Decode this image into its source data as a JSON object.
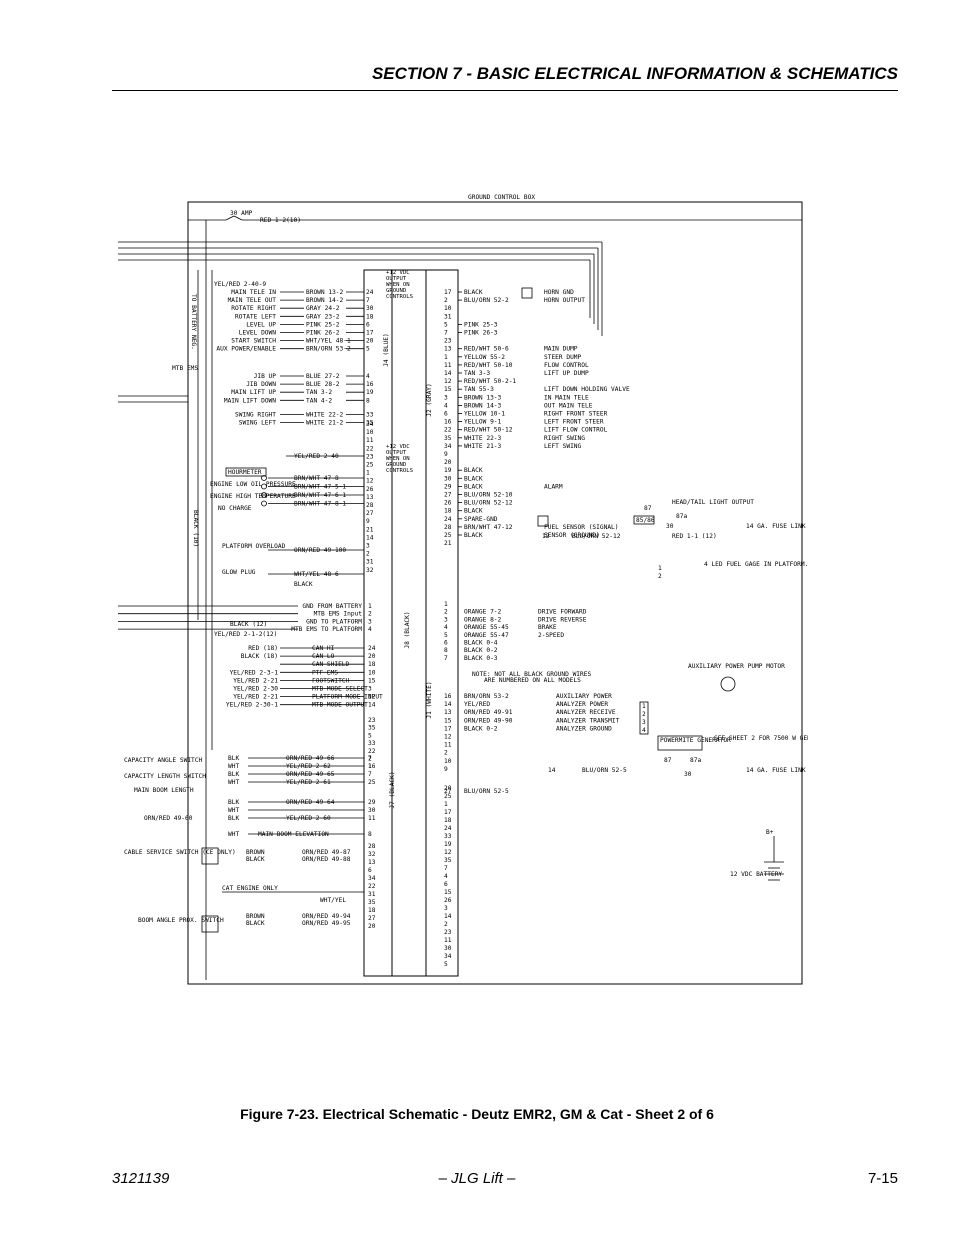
{
  "header": {
    "section_title": "SECTION 7 - BASIC ELECTRICAL INFORMATION & SCHEMATICS"
  },
  "schematic": {
    "box_title": "GROUND CONTROL BOX",
    "fuse": {
      "amp": "30 AMP",
      "wire": "RED 1-2(10)"
    },
    "left_vertical_labels": [
      "TO BATTERY NEG.",
      "MTB EMS",
      "BLACK (10)"
    ],
    "connectors": {
      "j4": "J4 (BLUE)",
      "j2": "J2 (GRAY)",
      "j8": "J8 (BLACK)",
      "j1": "J1 (WHITE)",
      "j7": "J7 (BLACK)"
    },
    "block_notes": [
      [
        "+12 VDC",
        "OUTPUT",
        "WHEN ON",
        "GROUND",
        "CONTROLS"
      ],
      [
        "+12 VDC",
        "OUTPUT",
        "WHEN ON",
        "GROUND",
        "CONTROLS"
      ]
    ],
    "j4_left_inputs": [
      {
        "fn": "MAIN TELE IN",
        "wire": "BROWN 13-2",
        "pin": "24"
      },
      {
        "fn": "MAIN TELE OUT",
        "wire": "BROWN 14-2",
        "pin": "7"
      },
      {
        "fn": "ROTATE RIGHT",
        "wire": "GRAY 24-2",
        "pin": "30"
      },
      {
        "fn": "ROTATE LEFT",
        "wire": "GRAY 23-2",
        "pin": "18"
      },
      {
        "fn": "LEVEL UP",
        "wire": "PINK 25-2",
        "pin": "6"
      },
      {
        "fn": "LEVEL DOWN",
        "wire": "PINK 26-2",
        "pin": "17"
      },
      {
        "fn": "START SWITCH",
        "wire": "WHT/YEL 48-1",
        "pin": "20"
      },
      {
        "fn": "AUX POWER/ENABLE",
        "wire": "BRN/ORN 53-2",
        "pin": "5"
      },
      {
        "fn": "JIB UP",
        "wire": "BLUE 27-2",
        "pin": "4"
      },
      {
        "fn": "JIB DOWN",
        "wire": "BLUE 28-2",
        "pin": "16"
      },
      {
        "fn": "MAIN LIFT UP",
        "wire": "TAN 3-2",
        "pin": "19"
      },
      {
        "fn": "MAIN LIFT DOWN",
        "wire": "TAN 4-2",
        "pin": "8"
      },
      {
        "fn": "SWING RIGHT",
        "wire": "WHITE 22-2",
        "pin": "33"
      },
      {
        "fn": "SWING LEFT",
        "wire": "WHITE 21-2",
        "pin": "35"
      }
    ],
    "j4_more_pins": [
      "34",
      "10",
      "11",
      "22",
      "23",
      "25",
      "1",
      "12",
      "26",
      "13",
      "28",
      "27",
      "9",
      "21",
      "14",
      "3",
      "2",
      "31",
      "32"
    ],
    "left_misc": {
      "yel_red_top": "YEL/RED 2-40-9",
      "yel_red_mid": "YEL/RED 2-40",
      "hourmeter": "HOURMETER",
      "engine_low_oil": "ENGINE LOW OIL PRESSURE",
      "engine_high_temp": "ENGINE HIGH TEMPERATURE",
      "no_charge": "NO CHARGE",
      "platform_overload": "PLATFORM OVERLOAD",
      "glow_plug": "GLOW PLUG",
      "hour_wires": [
        "BRN/WHT 47-8",
        "BRN/WHT 47-5-1",
        "BRN/WHT 47-6-1",
        "BRN/WHT 47-8-1"
      ],
      "orn_red_100": "ORN/RED 49-100",
      "wht_yel_486": "WHT/YEL 48-6",
      "black": "BLACK"
    },
    "j8_left": [
      {
        "wire": "GND FROM BATTERY",
        "pin": "1"
      },
      {
        "wire": "MTB EMS Input",
        "pin": "2"
      },
      {
        "wire": "GND TO PLATFORM",
        "pin": "3"
      },
      {
        "wire": "MTB EMS TO PLATFORM",
        "pin": "4"
      }
    ],
    "j8_extra": [
      "BLACK (12)",
      "YEL/RED 2-1-2(12)"
    ],
    "j1_left": [
      {
        "wire": "RED (18)",
        "sig": "CAN HI",
        "pin": "24"
      },
      {
        "wire": "BLACK (18)",
        "sig": "CAN LO",
        "pin": "20"
      },
      {
        "wire": "",
        "sig": "CAN SHIELD",
        "pin": "18"
      },
      {
        "wire": "YEL/RED 2-3-1",
        "sig": "PTF EMS",
        "pin": "10"
      },
      {
        "wire": "YEL/RED 2-21",
        "sig": "FOOTSWITCH",
        "pin": "15"
      },
      {
        "wire": "YEL/RED 2-30",
        "sig": "MTB MODE SELECT",
        "pin": "3"
      },
      {
        "wire": "YEL/RED 2-21",
        "sig": "PLATFORM MODE INPUT",
        "pin": "12"
      },
      {
        "wire": "YEL/RED 2-30-1",
        "sig": "MTB MODE OUTPUT",
        "pin": "14"
      }
    ],
    "j1_more_pins": [
      "23",
      "35",
      "5",
      "33",
      "22",
      "2",
      "1"
    ],
    "j7_left": [
      {
        "fn": "CAPACITY ANGLE SWITCH",
        "a": "BLK",
        "b": "ORN/RED 49-66",
        "pin": "7"
      },
      {
        "fn": "CAPACITY LENGTH SWITCH",
        "a": "WHT",
        "b": "YEL/RED 2-62",
        "pin": "16"
      },
      {
        "fn": "",
        "a": "BLK",
        "b": "ORN/RED 49-65",
        "pin": "7"
      },
      {
        "fn": "",
        "a": "WHT",
        "b": "YEL/RED 2-61",
        "pin": "25"
      },
      {
        "fn": "MAIN BOOM LENGTH",
        "a": "BLK",
        "b": "ORN/RED 49-64",
        "pin": "29"
      },
      {
        "fn": "",
        "a": "WHT",
        "b": "",
        "pin": "30"
      },
      {
        "fn": "ORN/RED 49-60",
        "a": "BLK",
        "b": "YEL/RED 2-60",
        "pin": "11"
      },
      {
        "fn": "MAIN BOOM ELEVATION",
        "a": "WHT",
        "b": "",
        "pin": "8"
      }
    ],
    "j7_bottom": {
      "cable_service": "CABLE SERVICE SWITCH (CE ONLY)",
      "cable_wires": [
        "BROWN",
        "BLACK",
        "ORN/RED 49-87",
        "ORN/RED 49-88"
      ],
      "cat_engine_only": "CAT ENGINE ONLY",
      "wht_yel": "WHT/YEL",
      "boom_angle": "BOOM ANGLE PROX. SWITCH",
      "boom_wires": [
        "BROWN",
        "BLACK",
        "ORN/RED 49-94",
        "ORN/RED 49-95"
      ],
      "pins": [
        "28",
        "32",
        "13",
        "6",
        "34",
        "22",
        "31",
        "35",
        "18",
        "27",
        "20"
      ]
    },
    "j2_right": [
      {
        "pin": "17",
        "wire": "BLACK",
        "dev": "HORN GND"
      },
      {
        "pin": "2",
        "wire": "BLU/ORN 52-2",
        "dev": "HORN OUTPUT"
      },
      {
        "pin": "10",
        "wire": "",
        "dev": ""
      },
      {
        "pin": "31",
        "wire": "",
        "dev": ""
      },
      {
        "pin": "5",
        "wire": "PINK 25-3",
        "dev": ""
      },
      {
        "pin": "7",
        "wire": "PINK 26-3",
        "dev": ""
      },
      {
        "pin": "23",
        "wire": "",
        "dev": ""
      },
      {
        "pin": "13",
        "wire": "RED/WHT 50-6",
        "dev": "MAIN DUMP"
      },
      {
        "pin": "1",
        "wire": "YELLOW 55-2",
        "dev": "STEER DUMP"
      },
      {
        "pin": "11",
        "wire": "RED/WHT 50-10",
        "dev": "FLOW CONTROL"
      },
      {
        "pin": "14",
        "wire": "TAN 3-3",
        "dev": "LIFT UP DUMP"
      },
      {
        "pin": "12",
        "wire": "RED/WHT 50-2-1",
        "dev": ""
      },
      {
        "pin": "15",
        "wire": "TAN 55-3",
        "dev": "LIFT DOWN HOLDING VALVE"
      },
      {
        "pin": "3",
        "wire": "BROWN 13-3",
        "dev": "IN MAIN TELE"
      },
      {
        "pin": "4",
        "wire": "BROWN 14-3",
        "dev": "OUT MAIN TELE"
      },
      {
        "pin": "6",
        "wire": "YELLOW 10-1",
        "dev": "RIGHT FRONT STEER"
      },
      {
        "pin": "16",
        "wire": "YELLOW 9-1",
        "dev": "LEFT FRONT STEER"
      },
      {
        "pin": "22",
        "wire": "RED/WHT 50-12",
        "dev": "LIFT FLOW CONTROL"
      },
      {
        "pin": "35",
        "wire": "WHITE 22-3",
        "dev": "RIGHT SWING"
      },
      {
        "pin": "34",
        "wire": "WHITE 21-3",
        "dev": "LEFT SWING"
      },
      {
        "pin": "9",
        "wire": "",
        "dev": ""
      },
      {
        "pin": "20",
        "wire": "",
        "dev": ""
      },
      {
        "pin": "19",
        "wire": "BLACK",
        "dev": ""
      },
      {
        "pin": "30",
        "wire": "BLACK",
        "dev": ""
      },
      {
        "pin": "29",
        "wire": "BLACK",
        "dev": "ALARM"
      },
      {
        "pin": "27",
        "wire": "BLU/ORN 52-10",
        "dev": ""
      },
      {
        "pin": "26",
        "wire": "BLU/ORN 52-12",
        "dev": ""
      },
      {
        "pin": "18",
        "wire": "BLACK",
        "dev": ""
      },
      {
        "pin": "24",
        "wire": "SPARE-GND",
        "dev": ""
      },
      {
        "pin": "28",
        "wire": "BRN/WHT 47-12",
        "dev": "FUEL SENSOR (SIGNAL)"
      },
      {
        "pin": "25",
        "wire": "BLACK",
        "dev": "SENSOR (GROUND)"
      },
      {
        "pin": "21",
        "wire": "",
        "dev": ""
      }
    ],
    "j8_right": [
      {
        "pin": "1",
        "wire": "",
        "dev": ""
      },
      {
        "pin": "2",
        "wire": "ORANGE 7-2",
        "dev": "DRIVE FORWARD"
      },
      {
        "pin": "3",
        "wire": "ORANGE 8-2",
        "dev": "DRIVE REVERSE"
      },
      {
        "pin": "4",
        "wire": "ORANGE 55-45",
        "dev": "BRAKE"
      },
      {
        "pin": "5",
        "wire": "ORANGE 55-47",
        "dev": "2-SPEED"
      },
      {
        "pin": "6",
        "wire": "BLACK 0-4",
        "dev": ""
      },
      {
        "pin": "8",
        "wire": "BLACK 0-2",
        "dev": ""
      },
      {
        "pin": "7",
        "wire": "BLACK 0-3",
        "dev": ""
      }
    ],
    "note": [
      "NOTE: NOT ALL BLACK GROUND WIRES",
      "ARE NUMBERED ON ALL MODELS"
    ],
    "j1_right": [
      {
        "pin": "16",
        "wire": "BRN/ORN 53-2",
        "dev": "AUXILIARY POWER"
      },
      {
        "pin": "14",
        "wire": "YEL/RED",
        "dev": "ANALYZER POWER"
      },
      {
        "pin": "13",
        "wire": "ORN/RED 49-91",
        "dev": "ANALYZER RECEIVE"
      },
      {
        "pin": "15",
        "wire": "ORN/RED 49-90",
        "dev": "ANALYZER TRANSMIT"
      },
      {
        "pin": "17",
        "wire": "BLACK 0-2",
        "dev": "ANALYZER GROUND"
      },
      {
        "pin": "12",
        "wire": "",
        "dev": ""
      },
      {
        "pin": "11",
        "wire": "",
        "dev": ""
      },
      {
        "pin": "2",
        "wire": "",
        "dev": ""
      },
      {
        "pin": "10",
        "wire": "",
        "dev": ""
      },
      {
        "pin": "9",
        "wire": "",
        "dev": ""
      },
      {
        "pin": "27",
        "wire": "BLU/ORN 52-5",
        "dev": ""
      }
    ],
    "j7_right_pins": [
      "20",
      "25",
      "1",
      "17",
      "18",
      "24",
      "33",
      "19",
      "12",
      "35",
      "7",
      "4",
      "6",
      "15",
      "26",
      "3",
      "14",
      "2",
      "23",
      "11",
      "30",
      "34",
      "5"
    ],
    "right_devices": {
      "head_tail": "HEAD/TAIL LIGHT OUTPUT",
      "relay_87": "87",
      "relay_87a": "87a",
      "relay_30": "30",
      "relay_85_86": "85/86",
      "fuse_link": "14 GA. FUSE LINK",
      "red_11": "RED 1-1 (12)",
      "four_led": "4 LED FUEL GAGE IN PLATFORM.",
      "fuel_pins": [
        "1",
        "2"
      ],
      "aux_pump": "AUXILIARY POWER PUMP MOTOR",
      "aux_pins": [
        "1",
        "2",
        "3",
        "4"
      ],
      "powermite": "POWERMITE GENERATOR",
      "see_sheet": "SEE SHEET 2 FOR 7500 W GENERATOR",
      "fuse_link2": "14 GA. FUSE LINK",
      "blu_orn_525": "BLU/ORN 52-5",
      "j14": "14",
      "b_plus": "B+",
      "battery": "12 VDC BATTERY",
      "alarm_wire": "BLU/ORN 52-12",
      "alarm_pin": "12"
    }
  },
  "caption": "Figure 7-23.  Electrical Schematic - Deutz EMR2, GM & Cat - Sheet 2 of 6",
  "footer": {
    "left": "3121139",
    "center": "– JLG Lift –",
    "right": "7-15"
  }
}
